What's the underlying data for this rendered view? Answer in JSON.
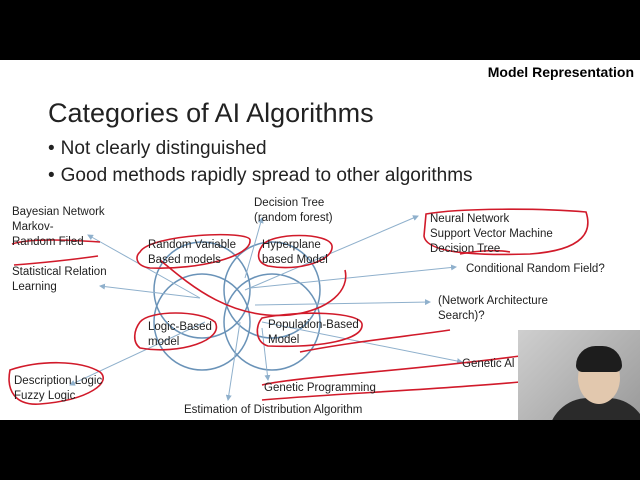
{
  "slide": {
    "section_label": "Model Representation",
    "title": "Categories of AI Algorithms",
    "bullets": [
      "Not clearly distinguished",
      "Good methods rapidly spread to other algorithms"
    ]
  },
  "diagram": {
    "circles": [
      "Random Variable\nBased models",
      "Hyperplane\nbased Model",
      "Logic-Based\nmodel",
      "Population-Based\nModel"
    ],
    "labels": [
      "Bayesian Network\nMarkov-\nRandom Filed",
      "Statistical Relation\nLearning",
      "Description Logic\nFuzzy Logic",
      "Decision Tree\n(random forest)",
      "Neural Network\nSupport Vector Machine\nDecision Tree",
      "Conditional Random Field?",
      "(Network Architecture\nSearch)?",
      "Genetic Al",
      "Genetic Programming",
      "Estimation of Distribution Algorithm"
    ]
  },
  "colors": {
    "circle_stroke": "#6a93b8",
    "arrow": "#8fb0cc",
    "ink": "#d11a2a"
  },
  "webcam": {
    "icon": "presenter-video-feed"
  }
}
